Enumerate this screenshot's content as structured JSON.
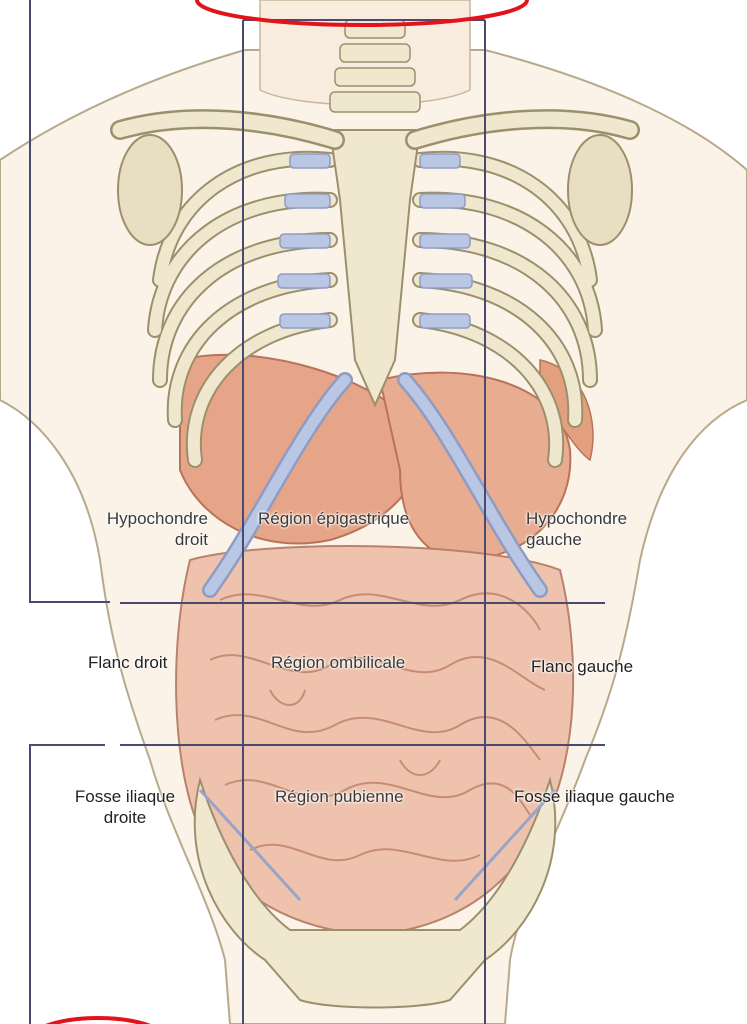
{
  "labels": {
    "hypochondre_droit": {
      "line1": "Hypochondre",
      "line2": "droit"
    },
    "region_epigastrique": "Région épigastrique",
    "hypochondre_gauche": {
      "line1": "Hypochondre",
      "line2": "gauche"
    },
    "flanc_droit": "Flanc droit",
    "region_ombilicale": "Région ombilicale",
    "flanc_gauche": "Flanc gauche",
    "fosse_iliaque_droite": {
      "line1": "Fosse iliaque",
      "line2": "droite"
    },
    "region_pubienne": "Région pubienne",
    "fosse_iliaque_gauche": "Fosse iliaque gauche"
  },
  "colors": {
    "skin_outline": "#b9a98c",
    "bone": "#efe8cf",
    "bone_outline": "#9d8f6c",
    "cartilage": "#b9c6e4",
    "organ": "#e6a588",
    "intestine": "#eec2ad",
    "grid_line": "#4a4a70",
    "highlight": "#e3131b"
  }
}
